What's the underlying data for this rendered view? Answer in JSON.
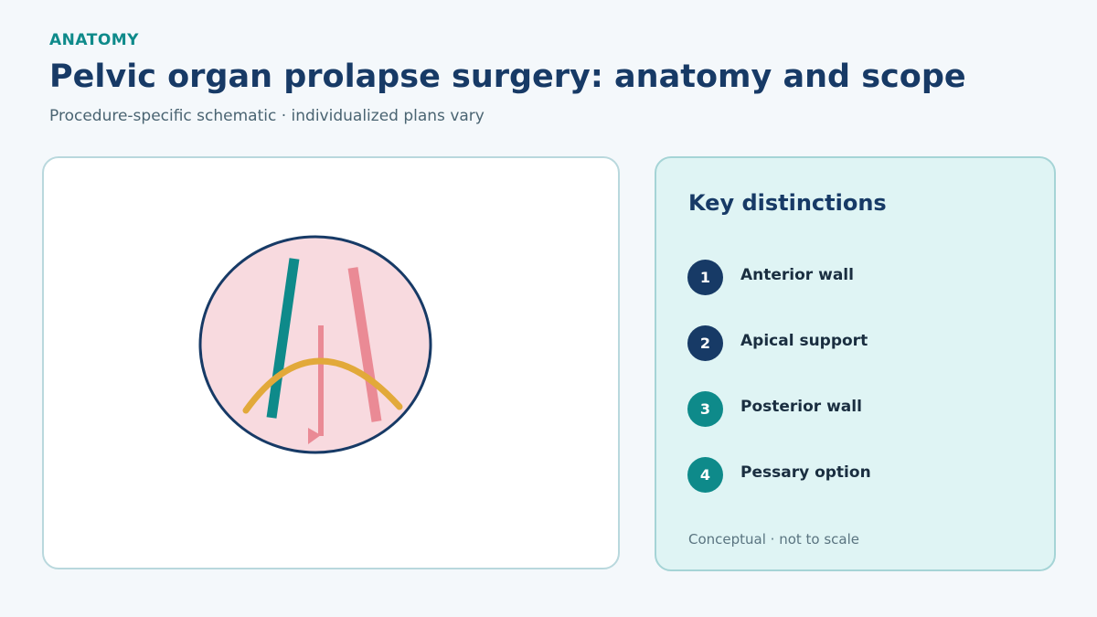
{
  "header": {
    "eyebrow": "ANATOMY",
    "title": "Pelvic organ prolapse surgery: anatomy and scope",
    "subtitle": "Procedure-specific schematic · individualized plans vary"
  },
  "colors": {
    "navy": "#173a66",
    "teal": "#0e8a8a",
    "pink": "#ea8a95",
    "gold": "#e2a93a",
    "organ_fill": "#f8dadf"
  },
  "key": {
    "title": "Key distinctions",
    "items": [
      {
        "number": "1",
        "label": "Anterior wall",
        "color": "#173a66"
      },
      {
        "number": "2",
        "label": "Apical support",
        "color": "#173a66"
      },
      {
        "number": "3",
        "label": "Posterior wall",
        "color": "#0e8a8a"
      },
      {
        "number": "4",
        "label": "Pessary option",
        "color": "#0e8a8a"
      }
    ],
    "footnote": "Conceptual · not to scale"
  }
}
